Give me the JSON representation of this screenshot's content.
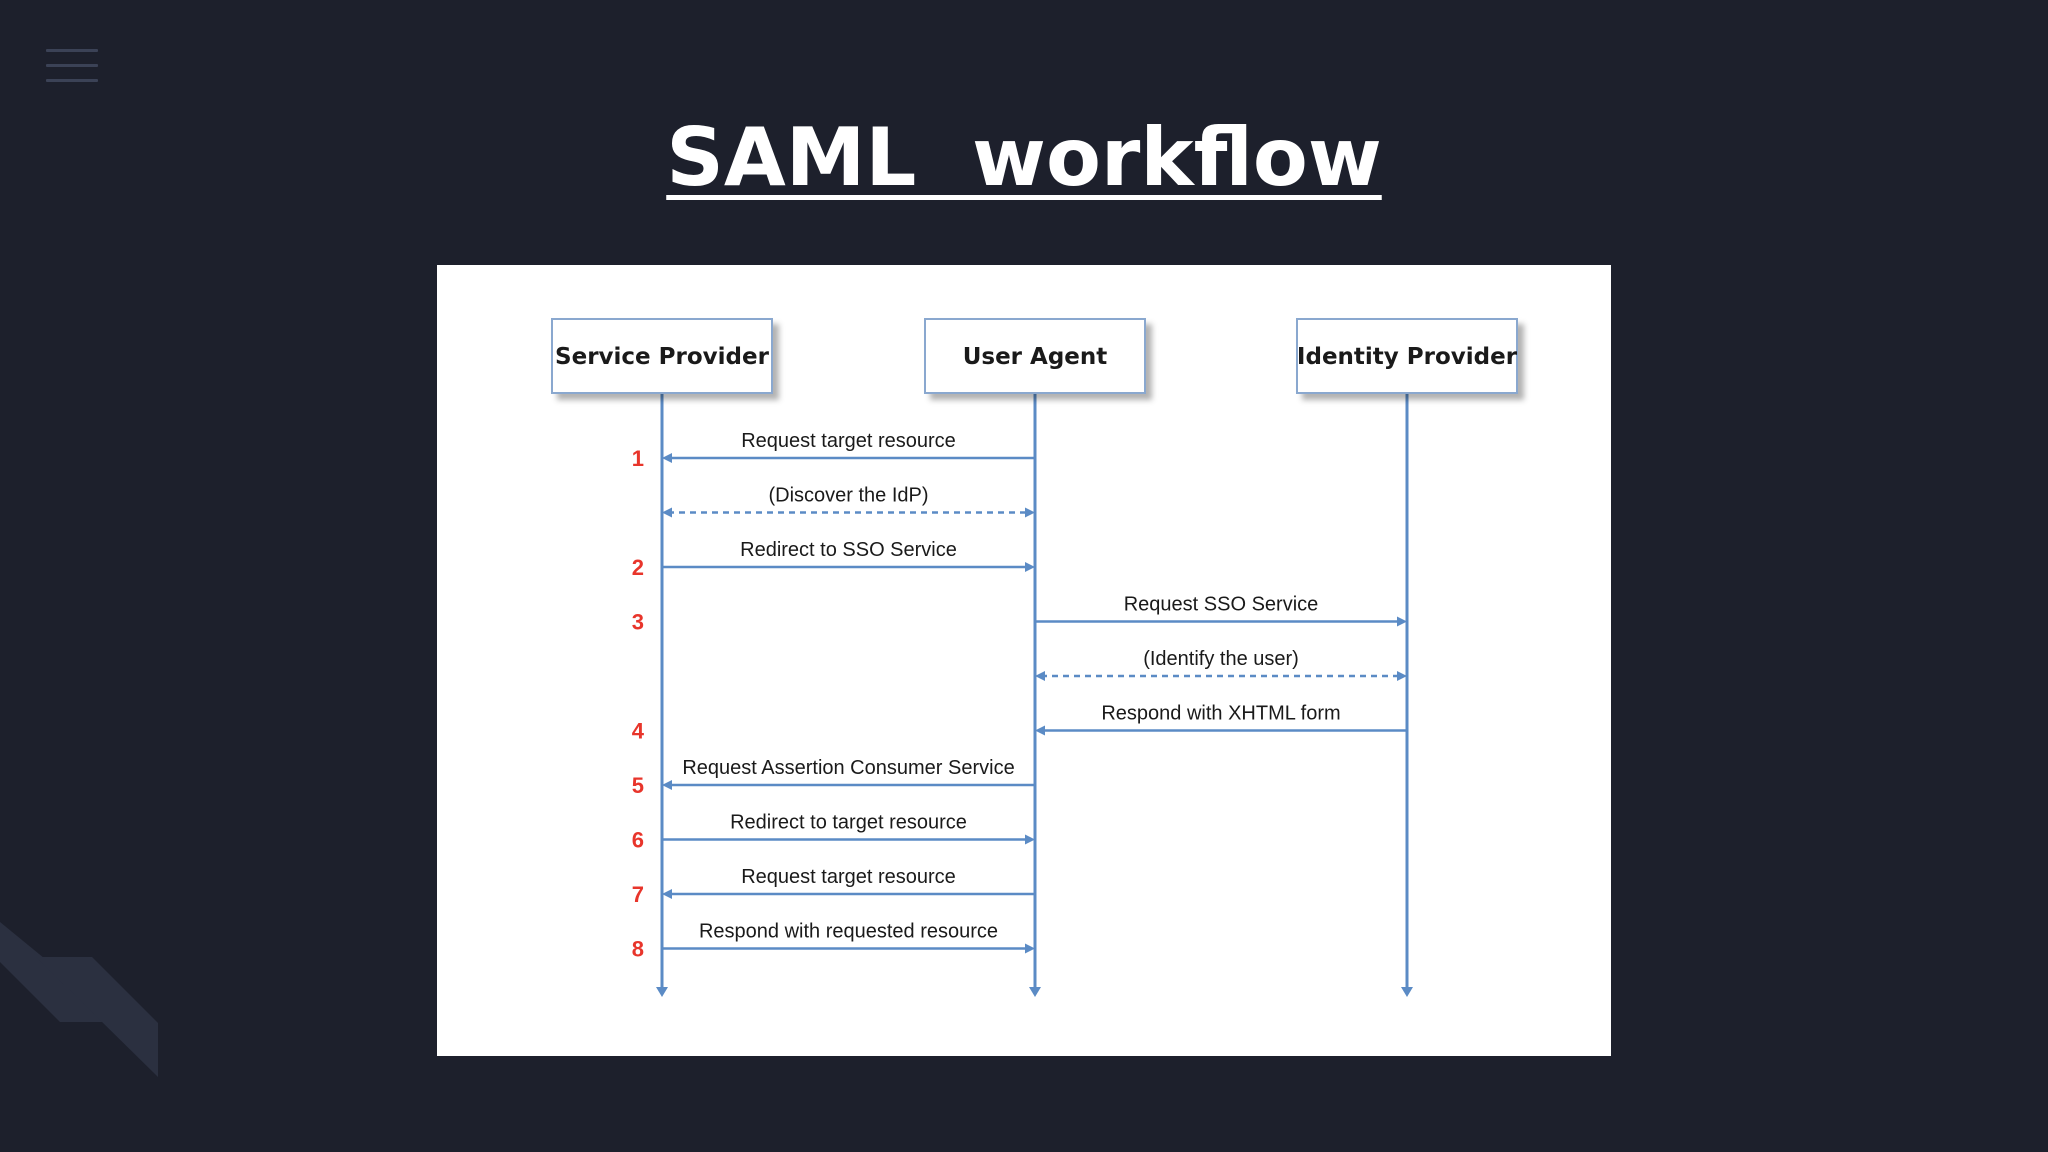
{
  "slide": {
    "title": "SAML  workflow",
    "icons": {
      "menu": "hamburger-menu-icon",
      "corner": "diagonal-stripes-decoration"
    },
    "colors": {
      "background": "#1d202c",
      "line": "#5b8bc5",
      "step_number": "#e8352b"
    }
  },
  "diagram": {
    "participants": [
      {
        "id": "sp",
        "label": "Service Provider"
      },
      {
        "id": "ua",
        "label": "User Agent"
      },
      {
        "id": "idp",
        "label": "Identity Provider"
      }
    ],
    "messages": [
      {
        "step": "1",
        "label": "Request target resource",
        "from": "ua",
        "to": "sp",
        "style": "solid"
      },
      {
        "step": "",
        "label": "(Discover the IdP)",
        "from": "sp",
        "to": "ua",
        "style": "dashed",
        "bidirectional": true
      },
      {
        "step": "2",
        "label": "Redirect to SSO Service",
        "from": "sp",
        "to": "ua",
        "style": "solid"
      },
      {
        "step": "3",
        "label": "Request SSO Service",
        "from": "ua",
        "to": "idp",
        "style": "solid"
      },
      {
        "step": "",
        "label": "(Identify the user)",
        "from": "ua",
        "to": "idp",
        "style": "dashed",
        "bidirectional": true
      },
      {
        "step": "4",
        "label": "Respond with XHTML form",
        "from": "idp",
        "to": "ua",
        "style": "solid"
      },
      {
        "step": "5",
        "label": "Request Assertion Consumer Service",
        "from": "ua",
        "to": "sp",
        "style": "solid"
      },
      {
        "step": "6",
        "label": "Redirect to target resource",
        "from": "sp",
        "to": "ua",
        "style": "solid"
      },
      {
        "step": "7",
        "label": "Request target resource",
        "from": "ua",
        "to": "sp",
        "style": "solid"
      },
      {
        "step": "8",
        "label": "Respond with requested resource",
        "from": "sp",
        "to": "ua",
        "style": "solid"
      }
    ]
  }
}
